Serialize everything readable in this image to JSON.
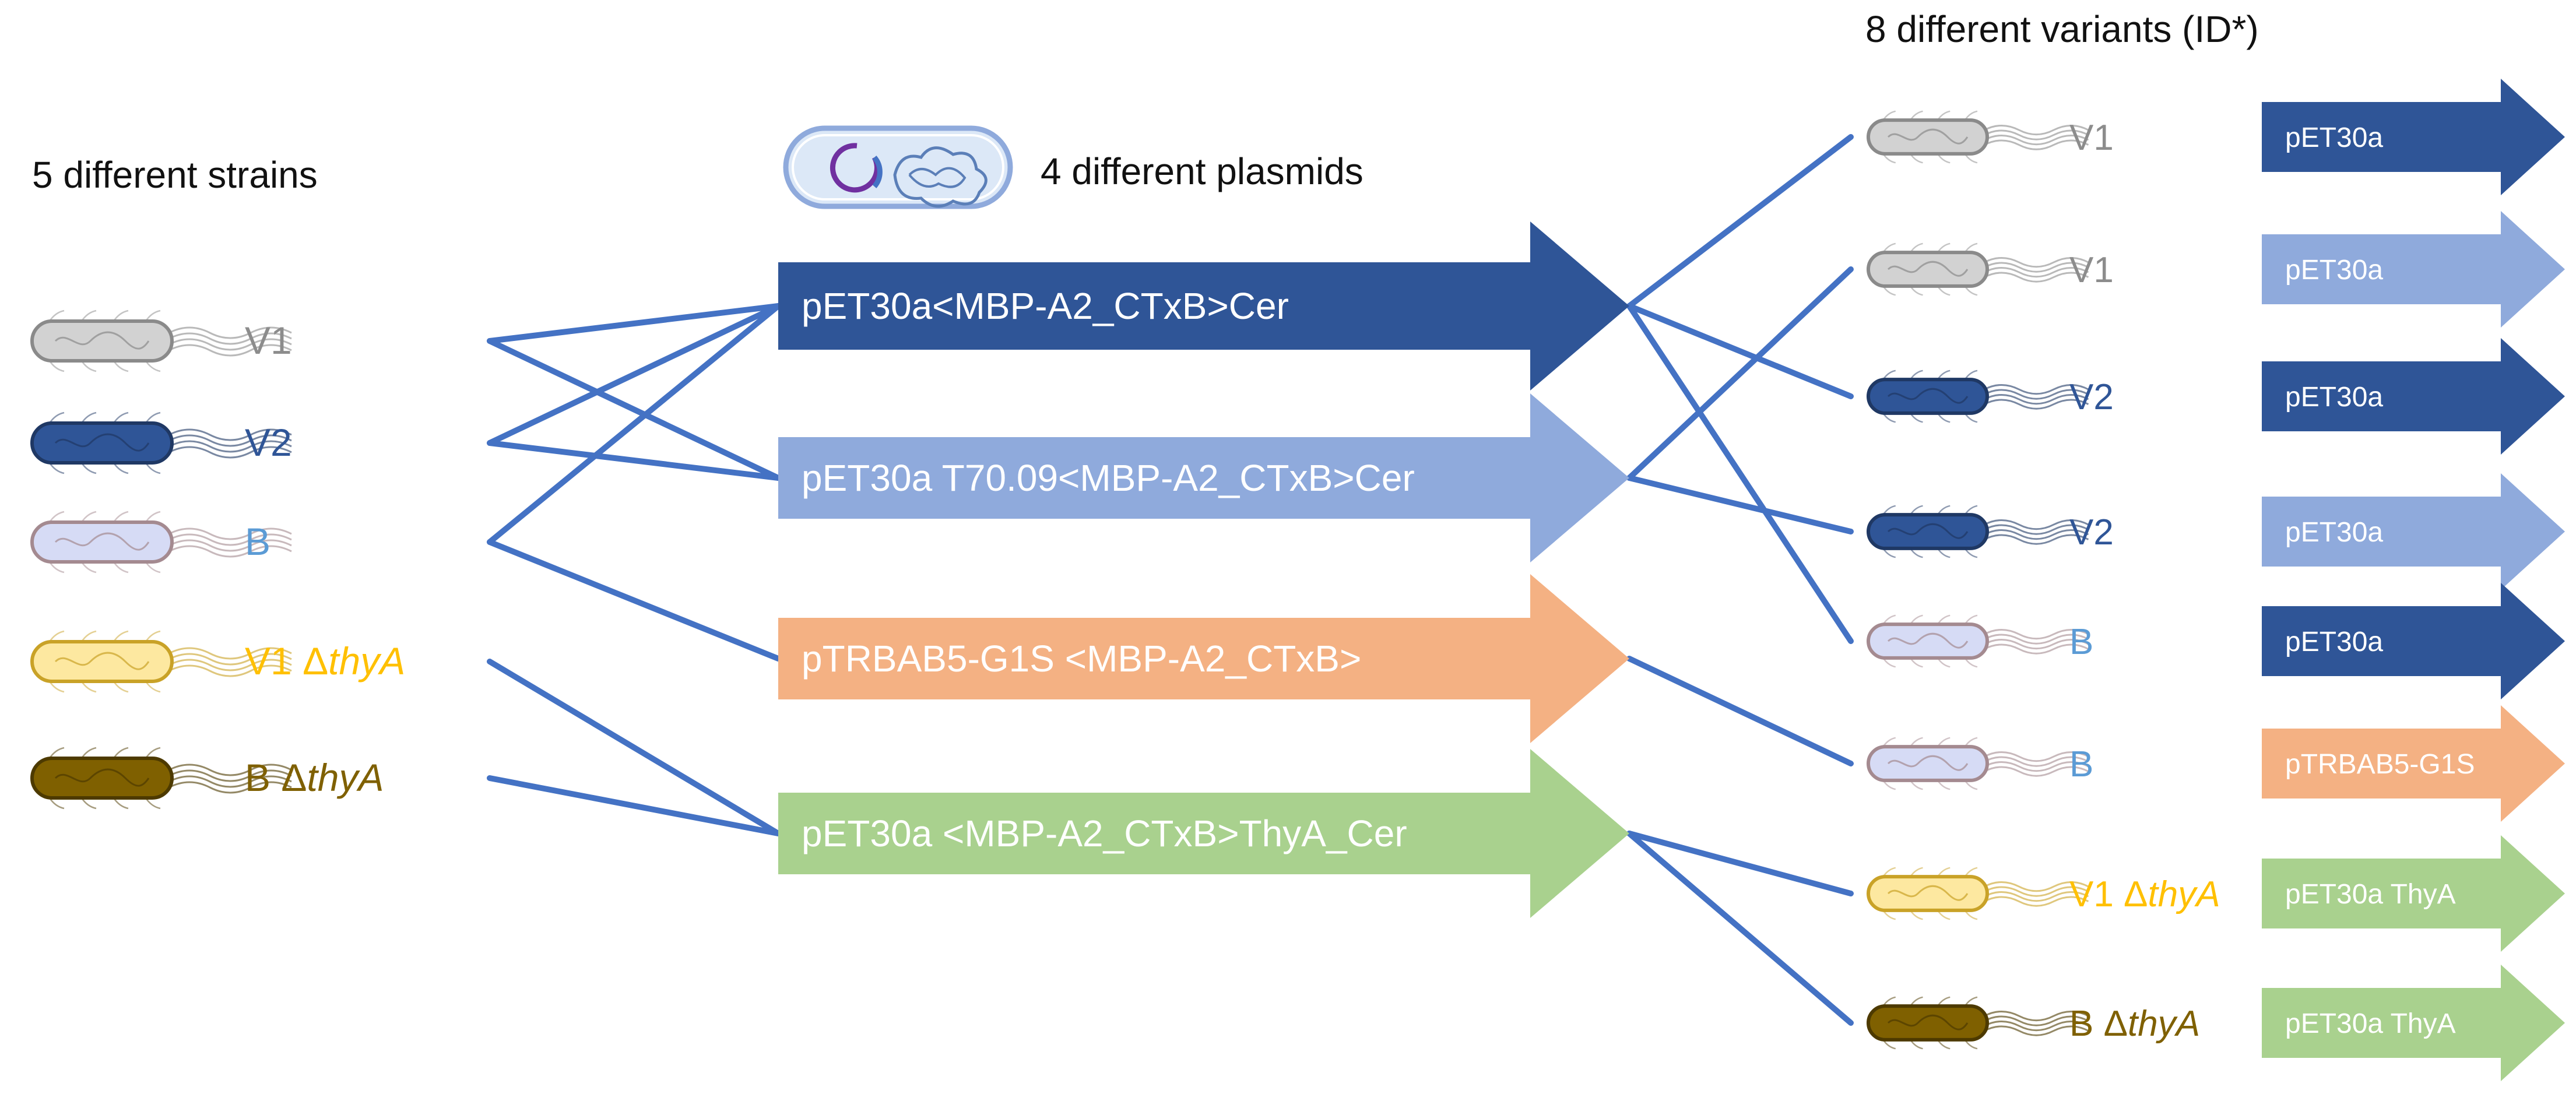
{
  "headers": {
    "strains": "5 different strains",
    "plasmids": "4 different plasmids",
    "variants": "8 different variants (ID*)"
  },
  "strains": [
    {
      "id": "V1",
      "label": "V1",
      "label_italic": "",
      "body": "#d2d2d2",
      "outline": "#8a8a8a",
      "text_color": "#8c8c8c"
    },
    {
      "id": "V2",
      "label": "V2",
      "label_italic": "",
      "body": "#2f5597",
      "outline": "#1f3864",
      "text_color": "#2f5597"
    },
    {
      "id": "B",
      "label": "B",
      "label_italic": "",
      "body": "#d6dbf5",
      "outline": "#a48a90",
      "text_color": "#5b9bd5"
    },
    {
      "id": "V1thyA",
      "label": "V1 Δ",
      "label_italic": "thyA",
      "body": "#fde8a0",
      "outline": "#c9a227",
      "text_color": "#ffc000"
    },
    {
      "id": "BthyA",
      "label": "B Δ",
      "label_italic": "thyA",
      "body": "#7f6000",
      "outline": "#4d3a00",
      "text_color": "#7f6000"
    }
  ],
  "plasmids": [
    {
      "id": "p1",
      "label": "pET30a<MBP-A2_CTxB>Cer",
      "color": "#2f5597"
    },
    {
      "id": "p2",
      "label": "pET30a T70.09<MBP-A2_CTxB>Cer",
      "color": "#8faadc"
    },
    {
      "id": "p3",
      "label": "pTRBAB5-G1S <MBP-A2_CTxB>",
      "color": "#f4b183"
    },
    {
      "id": "p4",
      "label": "pET30a <MBP-A2_CTxB>ThyA_Cer",
      "color": "#a9d18e"
    }
  ],
  "variants": [
    {
      "strain": "V1",
      "label": "V1",
      "label_italic": "",
      "text_color": "#8c8c8c",
      "plasmid_label": "pET30a",
      "plasmid_color": "#2f5597"
    },
    {
      "strain": "V1",
      "label": "V1",
      "label_italic": "",
      "text_color": "#8c8c8c",
      "plasmid_label": "pET30a",
      "plasmid_color": "#8faadc"
    },
    {
      "strain": "V2",
      "label": "V2",
      "label_italic": "",
      "text_color": "#2f5597",
      "plasmid_label": "pET30a",
      "plasmid_color": "#2f5597"
    },
    {
      "strain": "V2",
      "label": "V2",
      "label_italic": "",
      "text_color": "#2f5597",
      "plasmid_label": "pET30a",
      "plasmid_color": "#8faadc"
    },
    {
      "strain": "B",
      "label": "B",
      "label_italic": "",
      "text_color": "#5b9bd5",
      "plasmid_label": "pET30a",
      "plasmid_color": "#2f5597"
    },
    {
      "strain": "B",
      "label": "B",
      "label_italic": "",
      "text_color": "#5b9bd5",
      "plasmid_label": "pTRBAB5-G1S",
      "plasmid_color": "#f4b183"
    },
    {
      "strain": "V1thyA",
      "label": "V1 Δ",
      "label_italic": "thyA",
      "text_color": "#ffc000",
      "plasmid_label": "pET30a ThyA",
      "plasmid_color": "#a9d18e"
    },
    {
      "strain": "BthyA",
      "label": "B Δ",
      "label_italic": "thyA",
      "text_color": "#7f6000",
      "plasmid_label": "pET30a ThyA",
      "plasmid_color": "#a9d18e"
    }
  ],
  "strain_to_plasmid": [
    [
      "V1",
      "p1"
    ],
    [
      "V1",
      "p2"
    ],
    [
      "V2",
      "p1"
    ],
    [
      "V2",
      "p2"
    ],
    [
      "B",
      "p1"
    ],
    [
      "B",
      "p3"
    ],
    [
      "V1thyA",
      "p4"
    ],
    [
      "BthyA",
      "p4"
    ]
  ],
  "plasmid_to_variant": [
    [
      "p1",
      0
    ],
    [
      "p1",
      2
    ],
    [
      "p1",
      4
    ],
    [
      "p2",
      1
    ],
    [
      "p2",
      3
    ],
    [
      "p3",
      5
    ],
    [
      "p4",
      6
    ],
    [
      "p4",
      7
    ]
  ],
  "colors": {
    "connector": "#4472c4",
    "icon_ring": "#8faadc",
    "icon_fill": "#dce8f7"
  }
}
